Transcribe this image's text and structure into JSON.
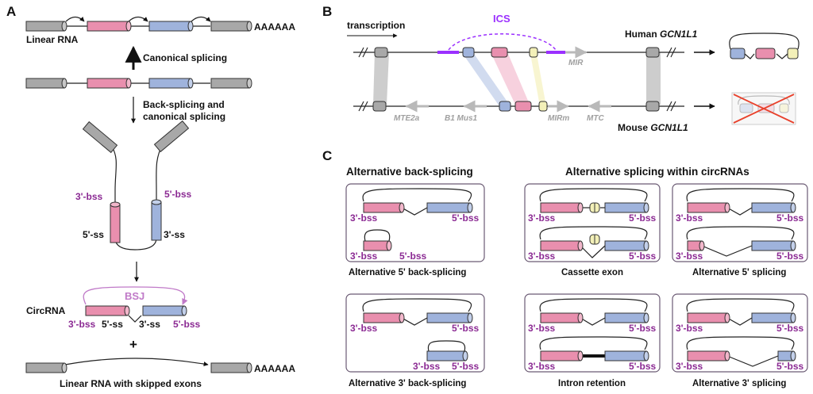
{
  "panels": {
    "a": "A",
    "b": "B",
    "c": "C"
  },
  "colors": {
    "gray_exon": "#a8a8a8",
    "pink_exon": "#e98fae",
    "blue_exon": "#9fb3dc",
    "yellow_exon": "#f3f0b8",
    "bss_text": "#8b2a93",
    "ics": "#9b30ff",
    "cross": "#e8412c"
  },
  "panel_a": {
    "linear_rna": "Linear RNA",
    "polya": "AAAAAA",
    "canonical_splicing": "Canonical splicing",
    "back_splicing_1": "Back-splicing and",
    "back_splicing_2": "canonical splicing",
    "bss3": "3'-bss",
    "bss5": "5'-bss",
    "ss5": "5'-ss",
    "ss3": "3'-ss",
    "circrna": "CircRNA",
    "bsj": "BSJ",
    "plus": "+",
    "linear_skipped": "Linear RNA with skipped exons"
  },
  "panel_b": {
    "transcription": "transcription",
    "ics": "ICS",
    "human_prefix": "Human",
    "human_gene": "GCN1L1",
    "mouse_prefix": "Mouse",
    "mouse_gene": "GCN1L1",
    "mir": "MIR",
    "mte2a": "MTE2a",
    "b1mus1": "B1 Mus1",
    "mirm": "MIRm",
    "mtc": "MTC"
  },
  "panel_c": {
    "header_left": "Alternative back-splicing",
    "header_right": "Alternative splicing within circRNAs",
    "bss3": "3'-bss",
    "bss5": "5'-bss",
    "cap_alt5_bs": "Alternative 5' back-splicing",
    "cap_alt3_bs": "Alternative 3' back-splicing",
    "cap_cassette": "Cassette exon",
    "cap_intron": "Intron retention",
    "cap_alt5_s": "Alternative 5' splicing",
    "cap_alt3_s": "Alternative 3' splicing"
  }
}
